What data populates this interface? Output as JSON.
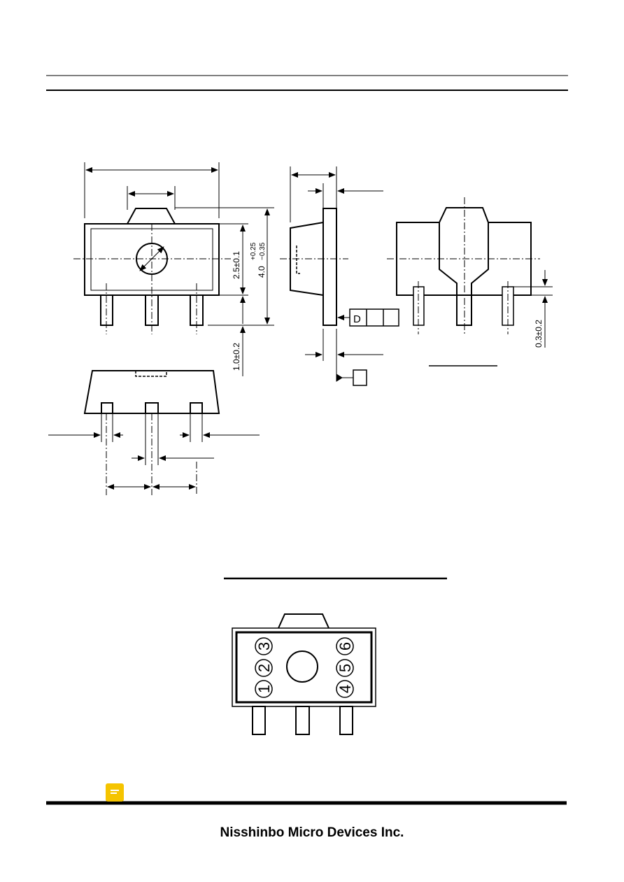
{
  "company": {
    "name": "Nisshinbo Micro Devices Inc."
  },
  "dimensions": {
    "body_height": "2.5±0.1",
    "total_height": "4.0",
    "total_height_tol_plus": "+0.25",
    "total_height_tol_minus": "−0.35",
    "lead_length": "1.0±0.2",
    "standoff": "0.3±0.2"
  },
  "datum": {
    "label": "D"
  },
  "pins": [
    "1",
    "2",
    "3",
    "4",
    "5",
    "6"
  ],
  "annotation": {
    "icon": "comment-icon",
    "color": "#f5c400"
  }
}
